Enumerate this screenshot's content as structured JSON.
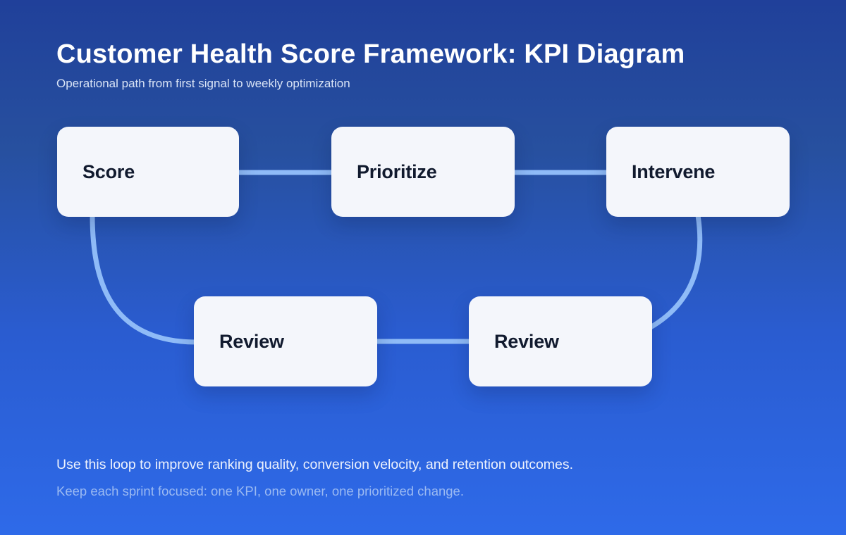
{
  "header": {
    "title": "Customer Health Score Framework: KPI Diagram",
    "subtitle": "Operational path from first signal to weekly optimization"
  },
  "diagram": {
    "nodes": [
      {
        "id": "score",
        "label": "Score"
      },
      {
        "id": "prioritize",
        "label": "Prioritize"
      },
      {
        "id": "intervene",
        "label": "Intervene"
      },
      {
        "id": "review-1",
        "label": "Review"
      },
      {
        "id": "review-2",
        "label": "Review"
      }
    ],
    "edges": [
      {
        "from": "score",
        "to": "prioritize",
        "shape": "straight"
      },
      {
        "from": "prioritize",
        "to": "intervene",
        "shape": "straight"
      },
      {
        "from": "intervene",
        "to": "review-2",
        "shape": "curve"
      },
      {
        "from": "review-2",
        "to": "review-1",
        "shape": "straight"
      },
      {
        "from": "review-1",
        "to": "score",
        "shape": "curve"
      }
    ]
  },
  "footer": {
    "line1": "Use this loop to improve ranking quality, conversion velocity, and retention outcomes.",
    "line2": "Keep each sprint focused: one KPI, one owner, one prioritized change."
  },
  "colors": {
    "background_top": "#20409a",
    "background_bottom": "#2e6ae9",
    "node_fill": "#f4f6fb",
    "node_text": "#111a2e",
    "connector": "#8fbbf7",
    "title_text": "#ffffff",
    "subtitle_text": "#d9e4f6",
    "footer_primary_text": "#edf2fd",
    "footer_secondary_text": "#9bbaf2"
  }
}
